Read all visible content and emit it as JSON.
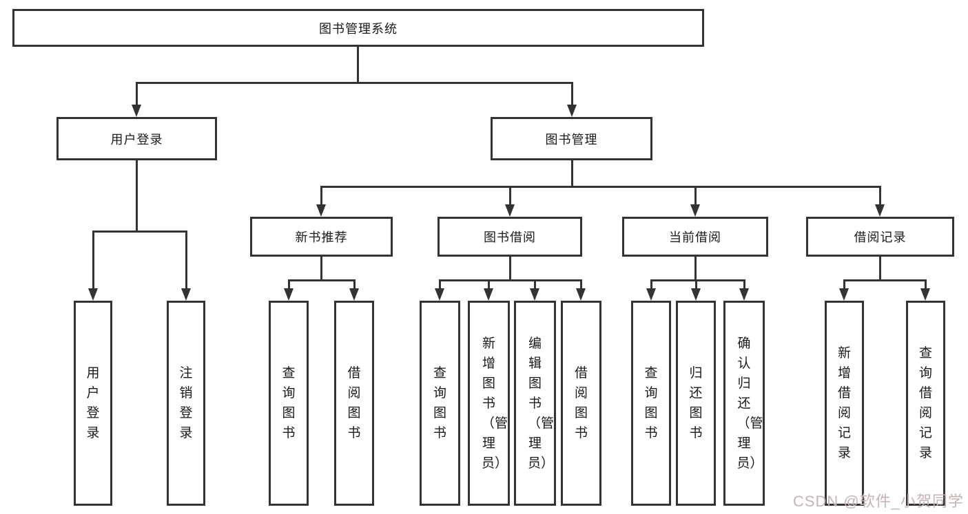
{
  "diagram": {
    "root": {
      "label": "图书管理系统"
    },
    "level1": {
      "user_login": {
        "label": "用户登录"
      },
      "book_mgmt": {
        "label": "图书管理"
      }
    },
    "level2": {
      "new_books": {
        "label": "新书推荐"
      },
      "book_borrow": {
        "label": "图书借阅"
      },
      "current_borrow": {
        "label": "当前借阅"
      },
      "borrow_records": {
        "label": "借阅记录"
      }
    },
    "leaves": {
      "user_login": [
        "用户登录",
        "注销登录"
      ],
      "new_books": [
        "查询图书",
        "借阅图书"
      ],
      "book_borrow": [
        "查询图书",
        "新增图书（管理员）",
        "编辑图书（管理员）",
        "借阅图书"
      ],
      "current_borrow": [
        "查询图书",
        "归还图书",
        "确认归还（管理员）"
      ],
      "borrow_records": [
        "新增借阅记录",
        "查询借阅记录"
      ]
    }
  },
  "watermark": {
    "text": "CSDN @软件_小贺同学"
  },
  "colors": {
    "line": "#333333",
    "text": "#1a1a1a",
    "background": "#ffffff",
    "watermark": "#c6b4b4"
  }
}
